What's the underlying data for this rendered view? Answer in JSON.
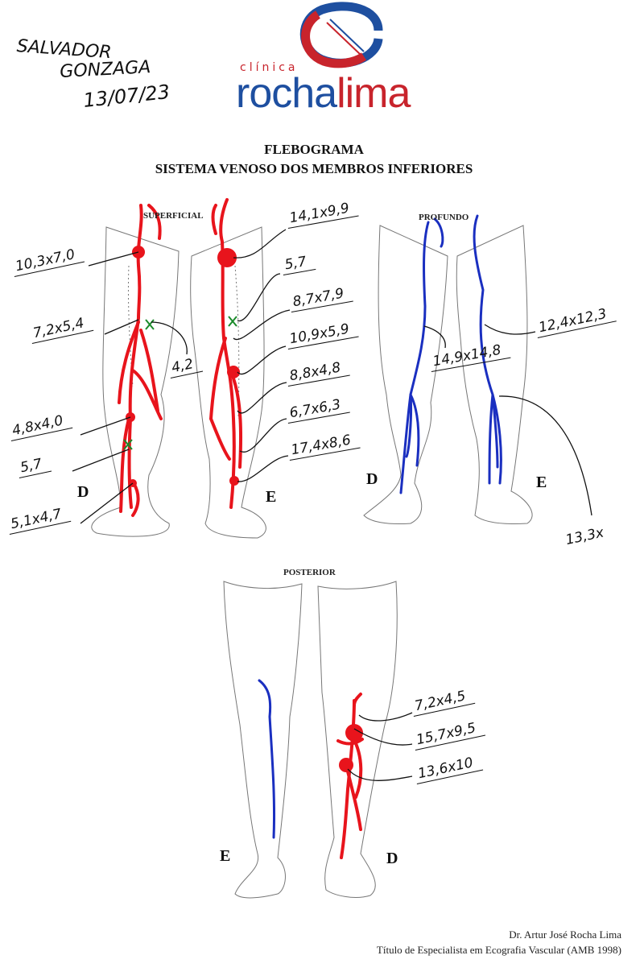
{
  "patient": {
    "name_line1": "SALVADOR",
    "name_line2": "GONZAGA",
    "date": "13/07/23"
  },
  "logo": {
    "small": "clínica",
    "part1": "rocha",
    "part2": "lima",
    "blue": "#1e4fa0",
    "red": "#c8242c"
  },
  "title": "FLEBOGRAMA",
  "subtitle": "SISTEMA VENOSO DOS MEMBROS INFERIORES",
  "sections": {
    "superficial": "SUPERFICIAL",
    "profundo": "PROFUNDO",
    "posterior": "POSTERIOR"
  },
  "sides": {
    "right": "D",
    "left": "E"
  },
  "measurements": {
    "superficial_right": [
      "10,3x7,0",
      "7,2x5,4",
      "4,2",
      "4,8x4,0",
      "5,7",
      "5,1x4,7"
    ],
    "superficial_left": [
      "14,1x9,9",
      "5,7",
      "8,7x7,9",
      "10,9x5,9",
      "8,8x4,8",
      "6,7x6,3",
      "17,4x8,6"
    ],
    "deep": [
      "14,9x14,8",
      "12,4x12,3",
      "13,3x"
    ],
    "posterior_right": [
      "7,2x4,5",
      "15,7x9,5",
      "13,6x10"
    ]
  },
  "colors": {
    "superficial_vein": "#e8141c",
    "deep_vein": "#1a2fc0",
    "reflux_mark": "#1a8a2a"
  },
  "footer": {
    "doctor": "Dr. Artur José Rocha Lima",
    "credential": "Título de Especialista em Ecografia Vascular (AMB 1998)"
  }
}
